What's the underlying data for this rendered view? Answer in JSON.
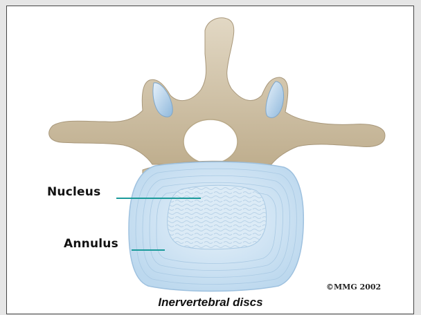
{
  "labels": {
    "nucleus": "Nucleus",
    "annulus": "Annulus"
  },
  "copyright": "©MMG 2002",
  "caption": "Inervertebral discs",
  "colors": {
    "background": "#e6e6e6",
    "panel": "#ffffff",
    "bone": "#d3c6ad",
    "disc_annulus": "#c9e0f0",
    "disc_nucleus": "#dcebf6",
    "facet_cartilage": "#aacbe6",
    "leader_line": "#1a9a9a"
  }
}
